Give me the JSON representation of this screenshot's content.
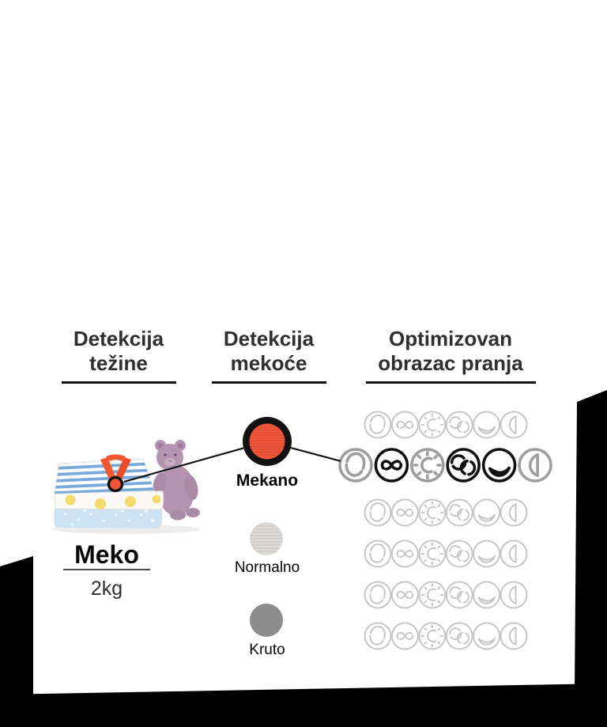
{
  "columns": [
    {
      "title_line1": "Detekcija",
      "title_line2": "težine"
    },
    {
      "title_line1": "Detekcija",
      "title_line2": "mekoće"
    },
    {
      "title_line1": "Optimizovan",
      "title_line2": "obrazac pranja"
    }
  ],
  "weight": {
    "result_label": "Meko",
    "result_value": "2kg"
  },
  "softness": {
    "levels": [
      {
        "label": "Mekano",
        "fill": "#f1563a",
        "selected": true
      },
      {
        "label": "Normalno",
        "fill": "#dcdbd7",
        "selected": false
      },
      {
        "label": "Kruto",
        "fill": "#8d8d8d",
        "selected": false
      }
    ]
  },
  "pattern": {
    "icons": [
      "drum-tumble-icon",
      "infinity-spin-icon",
      "timer-icon",
      "double-roll-icon",
      "cradle-wave-icon",
      "drum-door-icon"
    ],
    "colors": {
      "dim": "#c6c6c6",
      "gray": "#9e9e9e",
      "black": "#101010"
    },
    "rows": [
      {
        "highlight": false,
        "states": [
          "dim",
          "dim",
          "dim",
          "dim",
          "dim",
          "dim"
        ]
      },
      {
        "highlight": true,
        "states": [
          "gray",
          "black",
          "gray",
          "black",
          "black",
          "gray"
        ]
      },
      {
        "highlight": false,
        "states": [
          "dim",
          "dim",
          "dim",
          "dim",
          "dim",
          "dim"
        ]
      },
      {
        "highlight": false,
        "states": [
          "dim",
          "dim",
          "dim",
          "dim",
          "dim",
          "dim"
        ]
      },
      {
        "highlight": false,
        "states": [
          "dim",
          "dim",
          "dim",
          "dim",
          "dim",
          "dim"
        ]
      },
      {
        "highlight": false,
        "states": [
          "dim",
          "dim",
          "dim",
          "dim",
          "dim",
          "dim"
        ]
      }
    ]
  },
  "accents": {
    "line_color": "#151515",
    "block_color": "#000000"
  }
}
